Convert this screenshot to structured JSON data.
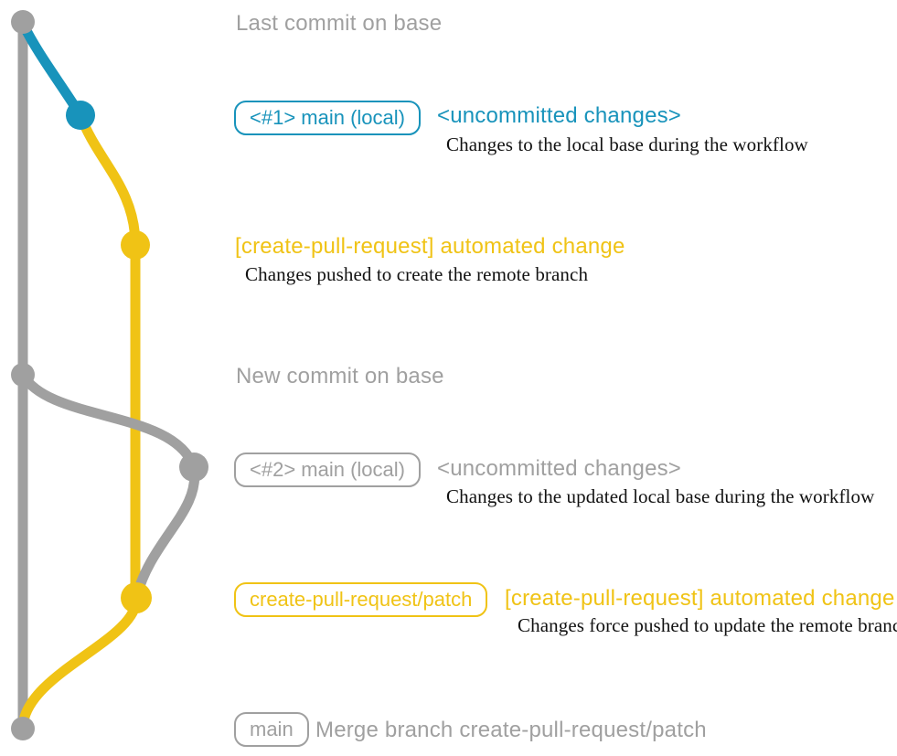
{
  "colors": {
    "base_gray": "#a0a0a0",
    "branch_blue": "#1893bb",
    "branch_yellow": "#f0c315",
    "caption_black": "#111111",
    "background": "#ffffff"
  },
  "milestones": {
    "last_commit": "Last commit on base",
    "new_commit": "New commit on base"
  },
  "events": {
    "uncommitted_1": {
      "badge": "<#1> main (local)",
      "title": "<uncommitted changes>",
      "caption": "Changes to the local base during the workflow"
    },
    "automated_1": {
      "title": "[create-pull-request] automated change",
      "caption": "Changes pushed to create the remote branch"
    },
    "uncommitted_2": {
      "badge": "<#2> main (local)",
      "title": "<uncommitted changes>",
      "caption": "Changes to the updated local base during the workflow"
    },
    "automated_2": {
      "badge": "create-pull-request/patch",
      "title": "[create-pull-request] automated change",
      "caption": "Changes force pushed to update the remote branch"
    },
    "merge": {
      "badge": "main",
      "title": "Merge branch create-pull-request/patch"
    }
  }
}
